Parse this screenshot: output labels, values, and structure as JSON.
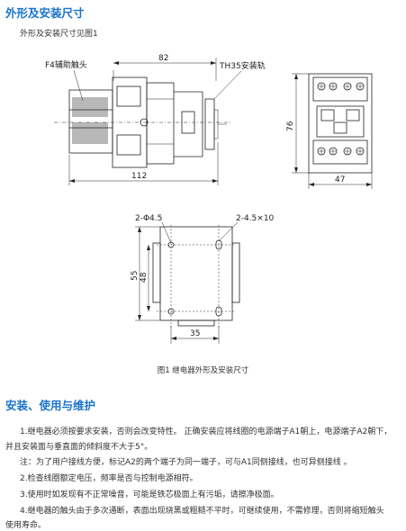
{
  "section1": {
    "title": "外形及安装尺寸",
    "subtitle": "外形及安装尺寸见图1"
  },
  "figure": {
    "label_aux": "F4辅助触头",
    "label_rail": "TH35安装轨",
    "dim_top": "82",
    "dim_bottom": "112",
    "dim_height": "76",
    "dim_width": "47",
    "label_hole_left": "2-Φ4.5",
    "label_hole_right": "2-4.5×10",
    "dim_55": "55",
    "dim_48": "48",
    "dim_35": "35",
    "caption": "图1  继电器外形及安装尺寸"
  },
  "section2": {
    "title": "安装、使用与维护",
    "lines": [
      "1.继电器必须按要求安装，否则会改变特性。 正确安装应将线圈的电源端子A1朝上，电源端子A2朝下，",
      "并且安装面与垂直面的倾斜度不大于5°。",
      "注：为了用户接线方便，标记A2的两个端子为同一端子，可与A1同侧接线，也可异侧接线 。",
      "2.检查线圈额定电压，频率是否与控制电源相符。",
      "3.使用时如发现有不正常噪音，可能是铁芯极面上有污垢，请擦净极面。",
      "4.继电器的触头由于多次通断，表面出现烧黑或粗糙不平时，可继续使用，不需修理，否则将缩短触头",
      "使用寿命。"
    ]
  }
}
